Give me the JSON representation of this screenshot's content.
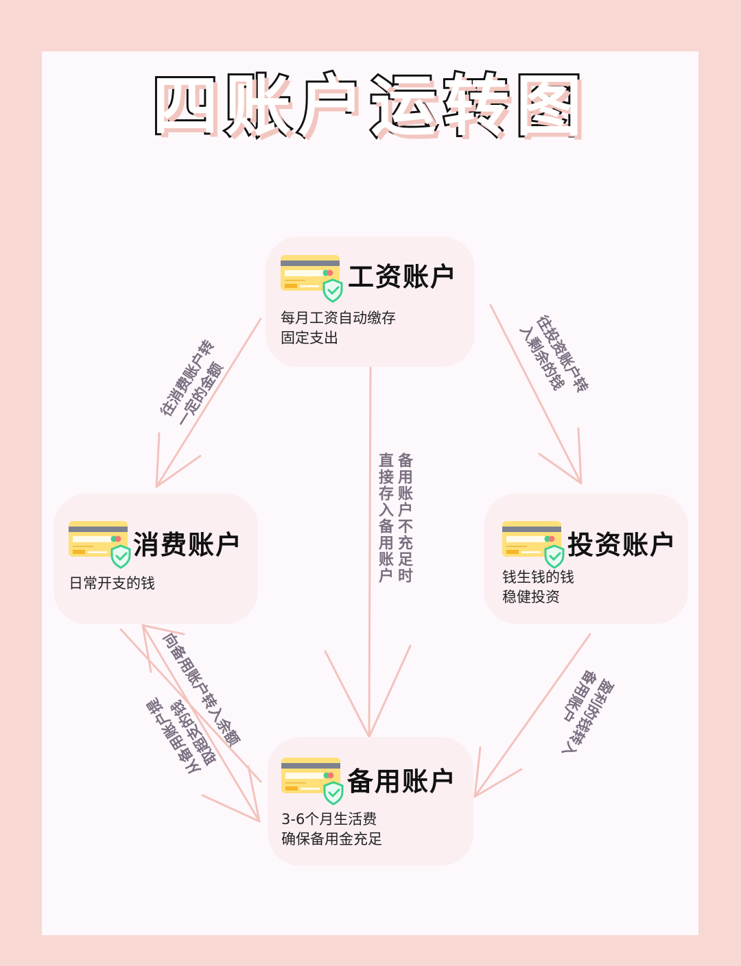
{
  "title": "四账户运转图",
  "colors": {
    "outer_background": "#f8d8d3",
    "panel_background": "#fdf8fc",
    "card_background": "#fbeff2",
    "arrow": "#f2c3bd",
    "label_text": "#7a6f80",
    "card_yellow": "#fde07a",
    "shield_green": "#3ccf8e"
  },
  "accounts": {
    "salary": {
      "title": "工资账户",
      "desc": "每月工资自动缴存\n固定支出",
      "icon": "credit-card-shield-icon"
    },
    "spending": {
      "title": "消费账户",
      "desc": "日常开支的钱",
      "icon": "credit-card-shield-icon"
    },
    "investment": {
      "title": "投资账户",
      "desc": "钱生钱的钱\n稳健投资",
      "icon": "credit-card-shield-icon"
    },
    "reserve": {
      "title": "备用账户",
      "desc": "3-6个月生活费\n确保备用金充足",
      "icon": "credit-card-shield-icon"
    }
  },
  "flows": {
    "salary_to_spending": "往消费账户转\n一定的金额",
    "salary_to_investment": "往投资账户转\n入剩余的钱",
    "salary_to_reserve": "备用账户不充足时\n直接存入备用账户",
    "spending_to_reserve": "向备用账户转入余额",
    "reserve_to_spending": "从备用账户提\n取超支的钱",
    "investment_to_reserve": "盈利的钱转入\n备用账户"
  }
}
